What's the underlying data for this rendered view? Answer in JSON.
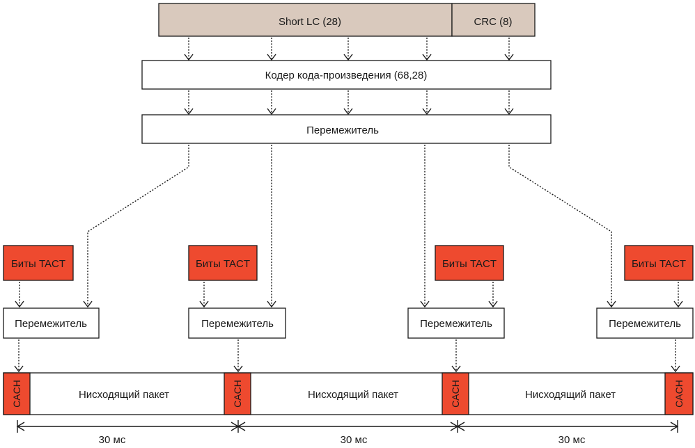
{
  "colors": {
    "header_fill": "#d9c9bd",
    "tact_fill": "#ee4a2f",
    "cach_fill": "#ee4a2f",
    "box_fill": "#ffffff",
    "stroke": "#1a1a1a"
  },
  "header": {
    "short_lc": "Short LC (28)",
    "crc": "CRC (8)"
  },
  "encoder": {
    "label": "Кодер кода-произведения (68,28)"
  },
  "main_interleaver": {
    "label": "Перемежитель"
  },
  "branches": [
    {
      "tact": "Биты TACT",
      "interleaver": "Перемежитель"
    },
    {
      "tact": "Биты TACT",
      "interleaver": "Перемежитель"
    },
    {
      "tact": "Биты TACT",
      "interleaver": "Перемежитель"
    },
    {
      "tact": "Биты TACT",
      "interleaver": "Перемежитель"
    }
  ],
  "cach_label": "CACH",
  "packets": [
    {
      "label": "Нисходящий пакет"
    },
    {
      "label": "Нисходящий пакет"
    },
    {
      "label": "Нисходящий пакет"
    }
  ],
  "timing": [
    {
      "label": "30 мс"
    },
    {
      "label": "30 мс"
    },
    {
      "label": "30 мс"
    }
  ]
}
